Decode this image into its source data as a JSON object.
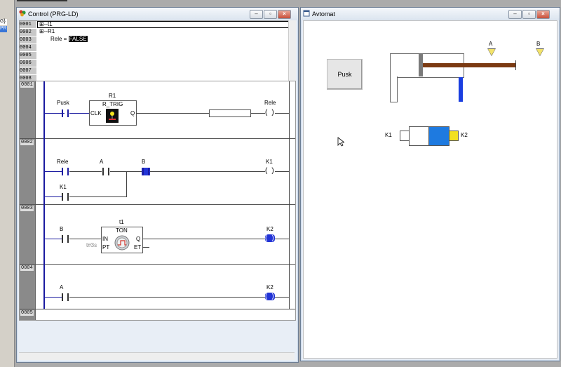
{
  "control_window": {
    "title": "Control (PRG-LD)",
    "declarations": {
      "line_numbers": [
        "0001",
        "0002",
        "0003",
        "0004",
        "0005",
        "0006",
        "0007",
        "0008"
      ],
      "items": [
        {
          "tree": "⊞--t1"
        },
        {
          "tree": "⊞--R1"
        },
        {
          "name": "Rele =",
          "value": "FALSE"
        }
      ]
    },
    "networks": [
      {
        "number": "0001",
        "contact": "Pusk",
        "block_name": "R1",
        "block_type": "R_TRIG",
        "block_in": "CLK",
        "block_out": "Q",
        "coil": "Rele"
      },
      {
        "number": "0002",
        "contacts": [
          "Rele",
          "A",
          "B",
          "K1"
        ],
        "coil": "K1"
      },
      {
        "number": "0003",
        "contact": "B",
        "block_name": "t1",
        "block_type": "TON",
        "block_inputs": [
          "IN",
          "PT"
        ],
        "block_outputs": [
          "Q",
          "ET"
        ],
        "pt_value": "t#3s",
        "coil": "K2"
      },
      {
        "number": "0004",
        "contact": "A",
        "coil": "K2"
      },
      {
        "number": "0005"
      }
    ]
  },
  "avtomat_window": {
    "title": "Avtomat",
    "button_label": "Pusk",
    "sensor_a": "A",
    "sensor_b": "B",
    "valve_left": "K1",
    "valve_right": "K2"
  },
  "left_strip": {
    "item1": "G}",
    "item2": "PR"
  },
  "colors": {
    "rail_blue": "#1a1aa0",
    "active_blue": "#2234d6",
    "piston_rod": "#7b3a12",
    "valve_blue": "#1e7ae0",
    "valve_yellow": "#f2e021",
    "sensor_yellow": "#f3e36a"
  }
}
